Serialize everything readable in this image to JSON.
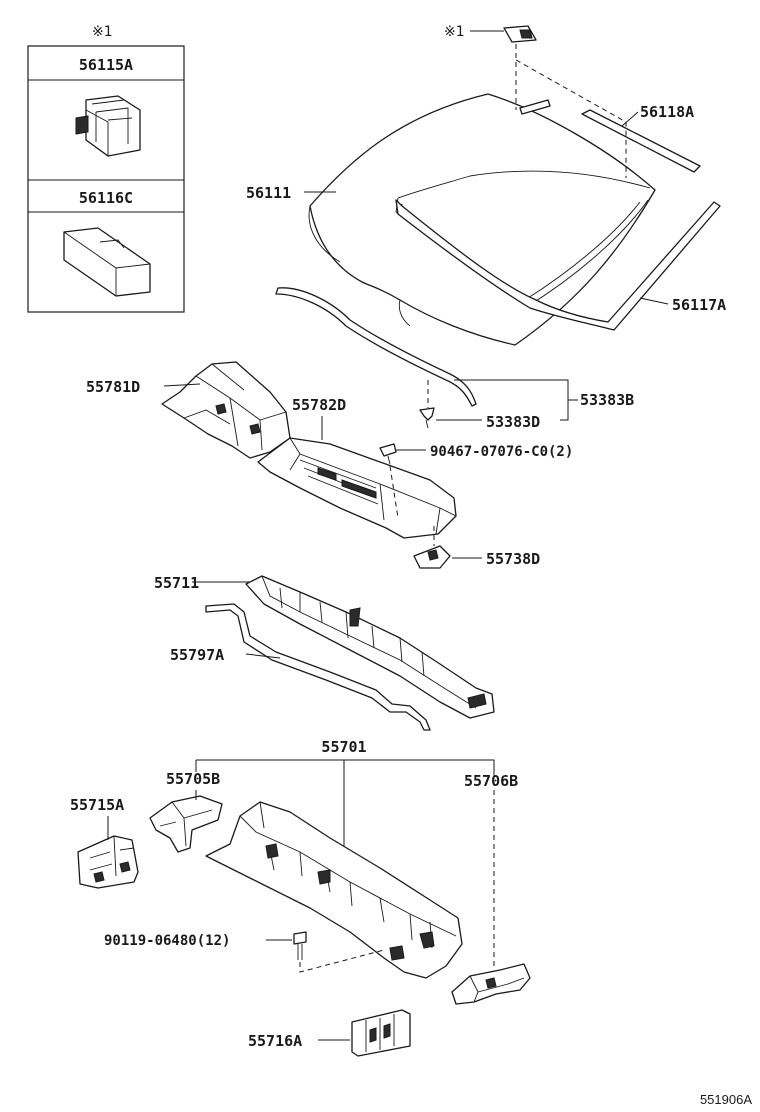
{
  "legend": {
    "mark": "※1",
    "items": [
      {
        "part_no": "56115A"
      },
      {
        "part_no": "56116C"
      }
    ]
  },
  "windshield": {
    "mark": "※1",
    "glass": "56111",
    "upper_molding": "56118A",
    "side_molding": "56117A"
  },
  "cowl_top": {
    "seal": "53383B",
    "clip": "53383D",
    "ventilator_left": "55781D",
    "ventilator_right": "55782D",
    "screw": "90467-07076-C0(2)",
    "bracket": "55738D"
  },
  "cowl_panel": {
    "inner_panel": "55711",
    "seal": "55797A",
    "assembly": "55701",
    "brace_left": "55705B",
    "brace_right": "55706B",
    "side_left": "55715A",
    "bolt": "90119-06480(12)",
    "reinforcement": "55716A"
  },
  "footer": {
    "diagram_code": "551906A"
  }
}
